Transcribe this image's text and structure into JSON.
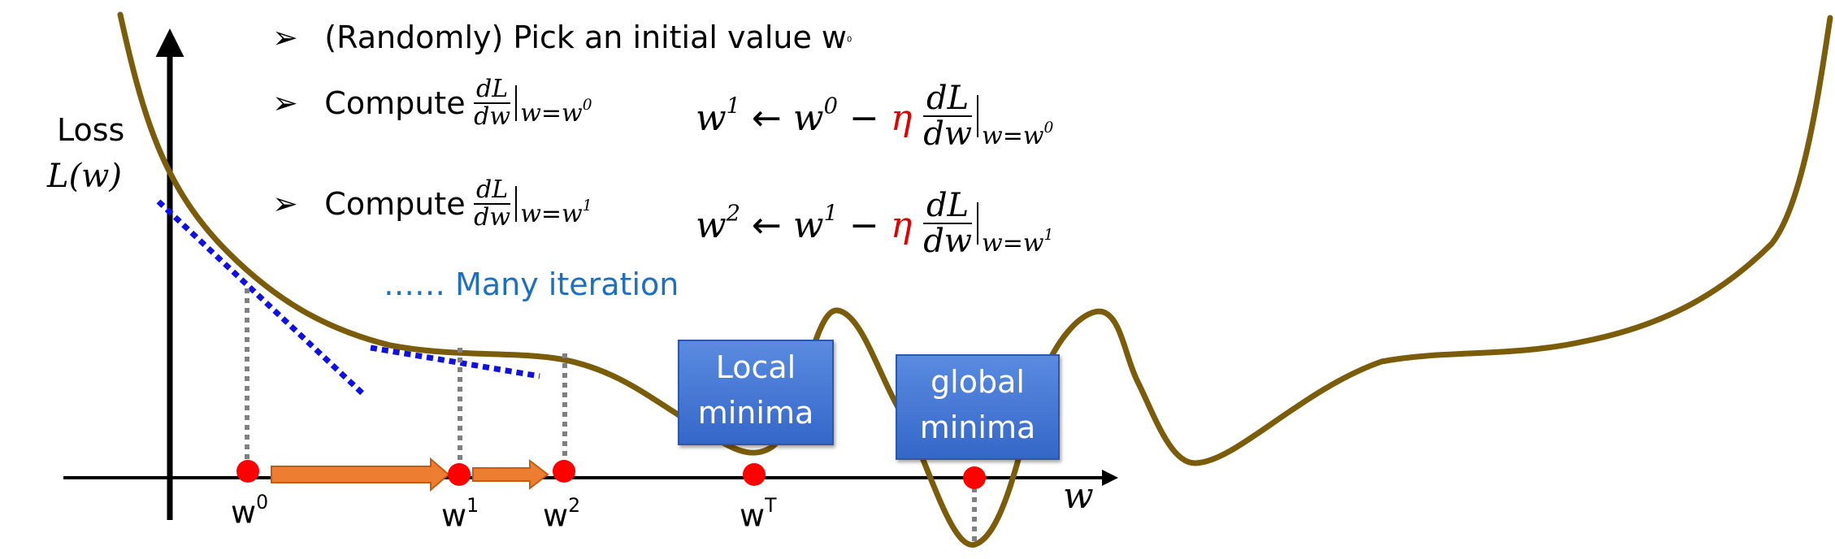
{
  "axes": {
    "y_label_line1": "Loss",
    "y_label_line2": "L(w)",
    "x_label": "w"
  },
  "steps": {
    "bullet_symbol": "➢",
    "step1_text": "(Randomly) Pick an initial value w",
    "step1_sup": "0",
    "step2_text": "Compute",
    "step3_text": "Compute",
    "many_iteration": "…… Many iteration"
  },
  "math": {
    "d_L": "dL",
    "d_w": "dw",
    "w": "w",
    "eq": "=",
    "sup_0": "0",
    "sup_1": "1",
    "sup_2": "2",
    "arrow": "←",
    "minus": "−",
    "eta": "η"
  },
  "boxes": {
    "local_line1": "Local",
    "local_line2": "minima",
    "global_line1": "global",
    "global_line2": "minima"
  },
  "points": {
    "w0_base": "w",
    "w0_sup": "0",
    "w1_base": "w",
    "w1_sup": "1",
    "w2_base": "w",
    "w2_sup": "2",
    "wT_base": "w",
    "wT_sup": "T"
  },
  "colors": {
    "curve": "#7a5c0a",
    "tangent": "#1010e0",
    "point": "#ff0000",
    "step_arrow": "#ed7d31",
    "dotted": "#808080",
    "box_fill": "#4472c4",
    "eta": "#ff0000",
    "annotation": "#1f6fbf"
  }
}
